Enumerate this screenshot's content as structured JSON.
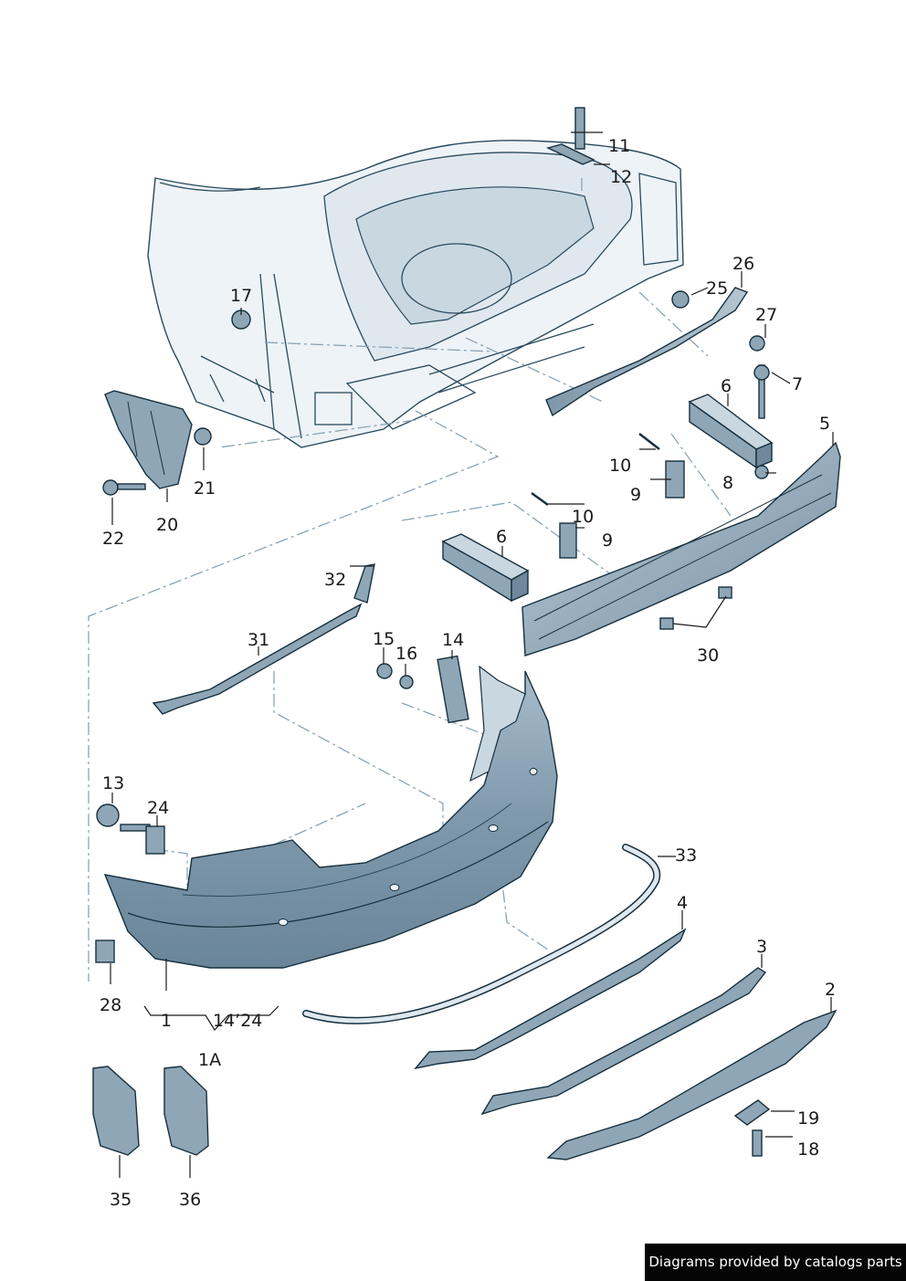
{
  "labels": {
    "p1": "1",
    "p1a": "1A",
    "p2": "2",
    "p3": "3",
    "p4": "4",
    "p5": "5",
    "p6a": "6",
    "p6b": "6",
    "p7": "7",
    "p8": "8",
    "p9a": "9",
    "p9b": "9",
    "p10a": "10",
    "p10b": "10",
    "p11": "11",
    "p12": "12",
    "p13": "13",
    "p14": "14",
    "p14_24": "14’24",
    "p15": "15",
    "p16": "16",
    "p17": "17",
    "p18": "18",
    "p19": "19",
    "p20": "20",
    "p21": "21",
    "p22": "22",
    "p24": "24",
    "p25": "25",
    "p26": "26",
    "p27": "27",
    "p28": "28",
    "p30": "30",
    "p31": "31",
    "p32": "32",
    "p33": "33",
    "p35": "35",
    "p36": "36"
  },
  "credit": "Diagrams provided by catalogs parts",
  "colors": {
    "part_fill": "#8fa6b6",
    "part_light": "#dfe8ef",
    "body_fill": "#eef3f7",
    "outline": "#16303e"
  }
}
